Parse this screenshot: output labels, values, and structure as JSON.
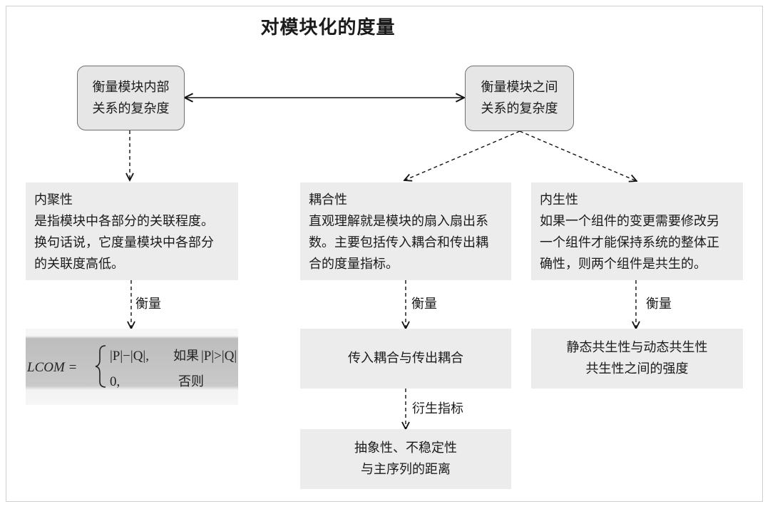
{
  "title": "对模块化的度量",
  "top_boxes": {
    "left": {
      "line1": "衡量模块内部",
      "line2": "关系的复杂度"
    },
    "right": {
      "line1": "衡量模块之间",
      "line2": "关系的复杂度"
    }
  },
  "cohesion": {
    "heading": "内聚性",
    "lines": [
      "是指模块中各部分的关联程度。",
      "换句话说，它度量模块中各部分",
      "的关联度高低。"
    ]
  },
  "coupling": {
    "heading": "耦合性",
    "lines": [
      "直观理解就是模块的扇入扇出系",
      "数。主要包括传入耦合和传出耦",
      "合的度量指标。"
    ]
  },
  "connascence": {
    "heading": "内生性",
    "lines": [
      "如果一个组件的变更需要修改另",
      "一个组件才能保持系统的整体正",
      "确性，则两个组件是共生的。"
    ]
  },
  "labels": {
    "measure": "衡量",
    "derived": "衍生指标"
  },
  "coupling_metric": "传入耦合与传出耦合",
  "derived_metric": {
    "line1": "抽象性、不稳定性",
    "line2": "与主序列的距离"
  },
  "connascence_metric": {
    "line1": "静态共生性与动态共生性",
    "line2": "共生性之间的强度"
  },
  "formula": {
    "lhs": "LCOM =",
    "case1": "|P|−|Q|,",
    "case1_cond_word": "如果",
    "case1_cond": "|P|>|Q|",
    "case2": "0,",
    "case2_cond": "否则"
  }
}
